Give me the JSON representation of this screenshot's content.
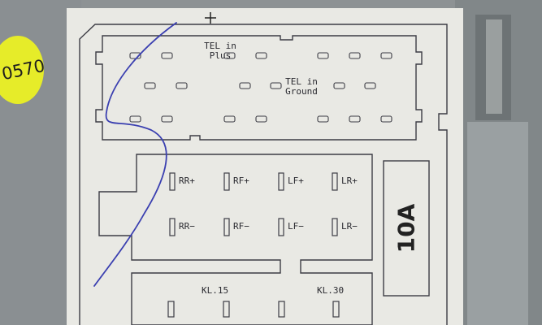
{
  "photo": {
    "subject": "radio connector pinout label",
    "colors": {
      "background": "#8d9294",
      "label_paper": "#e9e9e4",
      "line_ink": "#3c3c44",
      "pen_ink": "#3a3fb0",
      "sticker": "#e6ec29",
      "housing": "#7f8688"
    }
  },
  "sticker": {
    "text": "0570"
  },
  "top_block": {
    "tel_plus": {
      "line1": "TEL in",
      "line2": "Plus"
    },
    "tel_ground": {
      "line1": "TEL in",
      "line2": "Ground"
    }
  },
  "speaker_block": {
    "pins": [
      "RR+",
      "RF+",
      "LF+",
      "LR+",
      "RR−",
      "RF−",
      "LF−",
      "LR−"
    ]
  },
  "power_block": {
    "kl15": "KL.15",
    "kl30": "KL.30"
  },
  "fuse": {
    "text": "10A"
  }
}
